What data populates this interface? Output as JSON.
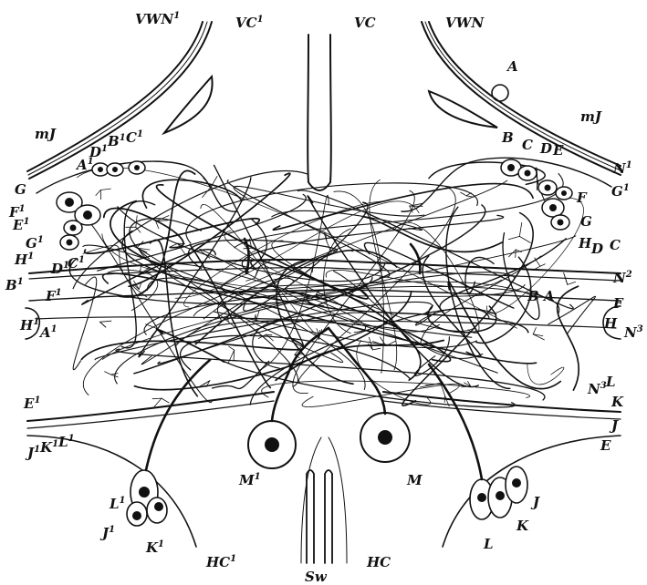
{
  "labels": {
    "VWN1": {
      "base": "VWN",
      "sup": "1"
    },
    "VC1": {
      "base": "VC",
      "sup": "1"
    },
    "VC": {
      "base": "VC"
    },
    "VWN": {
      "base": "VWN"
    },
    "A": {
      "base": "A"
    },
    "mJ_left": {
      "base": "mJ"
    },
    "mJ_right": {
      "base": "mJ"
    },
    "B1_top": {
      "base": "B",
      "sup": "1"
    },
    "C1_top": {
      "base": "C",
      "sup": "1"
    },
    "A1_top": {
      "base": "A",
      "sup": "1"
    },
    "D1_top": {
      "base": "D",
      "sup": "1"
    },
    "B_top": {
      "base": "B"
    },
    "C_top": {
      "base": "C"
    },
    "D_top": {
      "base": "D"
    },
    "E_top": {
      "base": "E"
    },
    "N1": {
      "base": "N",
      "sup": "1"
    },
    "G_left": {
      "base": "G"
    },
    "G1_right": {
      "base": "G",
      "sup": "1"
    },
    "F1_left": {
      "base": "F",
      "sup": "1"
    },
    "E1_left": {
      "base": "E",
      "sup": "1"
    },
    "G1_left": {
      "base": "G",
      "sup": "1"
    },
    "H1_left": {
      "base": "H",
      "sup": "1"
    },
    "F_right": {
      "base": "F"
    },
    "G_right": {
      "base": "G"
    },
    "H_right": {
      "base": "H"
    },
    "D1_mid": {
      "base": "D",
      "sup": "1"
    },
    "C1_mid": {
      "base": "C",
      "sup": "1"
    },
    "D_mid": {
      "base": "D"
    },
    "C_mid": {
      "base": "C"
    },
    "B1_mid": {
      "base": "B",
      "sup": "1"
    },
    "N2": {
      "base": "N",
      "sup": "2"
    },
    "F1_mid": {
      "base": "F",
      "sup": "1"
    },
    "BA_mid": {
      "base": "B A"
    },
    "F_mid": {
      "base": "F"
    },
    "H1_low": {
      "base": "H",
      "sup": "1"
    },
    "A1_low": {
      "base": "A",
      "sup": "1"
    },
    "H_low": {
      "base": "H"
    },
    "N3_a": {
      "base": "N",
      "sup": "3"
    },
    "N3_b": {
      "base": "N",
      "sup": "3"
    },
    "E1_low": {
      "base": "E",
      "sup": "1"
    },
    "L_right": {
      "base": "L"
    },
    "K_right": {
      "base": "K"
    },
    "J_right": {
      "base": "J"
    },
    "E_right": {
      "base": "E"
    },
    "JKL1": {
      "base": "J",
      "sup": "1",
      "base2": "K",
      "sup2": "1",
      "base3": "L",
      "sup3": "1"
    },
    "M1": {
      "base": "M",
      "sup": "1"
    },
    "M": {
      "base": "M"
    },
    "L1": {
      "base": "L",
      "sup": "1"
    },
    "J1": {
      "base": "J",
      "sup": "1"
    },
    "K1": {
      "base": "K",
      "sup": "1"
    },
    "J_cell": {
      "base": "J"
    },
    "K_cell": {
      "base": "K"
    },
    "L_cell": {
      "base": "L"
    },
    "HC1": {
      "base": "HC",
      "sup": "1"
    },
    "Sw": {
      "base": "Sw"
    },
    "HC": {
      "base": "HC"
    }
  },
  "colors": {
    "ink": "#111111",
    "paper": "#ffffff"
  }
}
